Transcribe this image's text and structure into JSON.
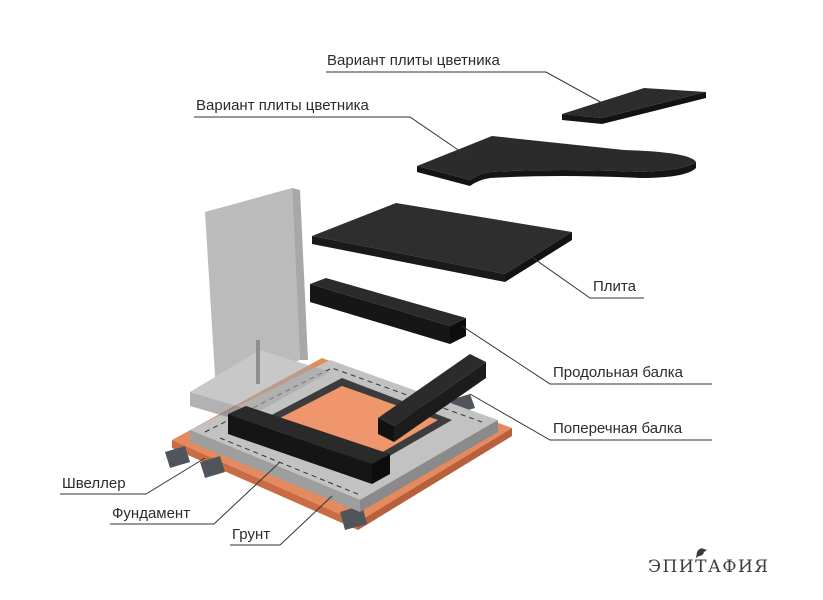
{
  "labels": {
    "flowerbed_variant_1": "Вариант плиты цветника",
    "flowerbed_variant_2": "Вариант плиты цветника",
    "slab": "Плита",
    "longitudinal_beam": "Продольная балка",
    "transverse_beam": "Поперечная балка",
    "channel": "Швеллер",
    "foundation": "Фундамент",
    "ground": "Грунт"
  },
  "brand": {
    "name": "ЭПИТАФИЯ"
  },
  "colors": {
    "slab": "#2a2a2a",
    "beam": "#1e1e1e",
    "foundation": "#b9b9b9",
    "ground": "#e08a63",
    "inner_pad": "#f4a07a",
    "stele": "#9c9c9c",
    "channel": "#555b60"
  }
}
